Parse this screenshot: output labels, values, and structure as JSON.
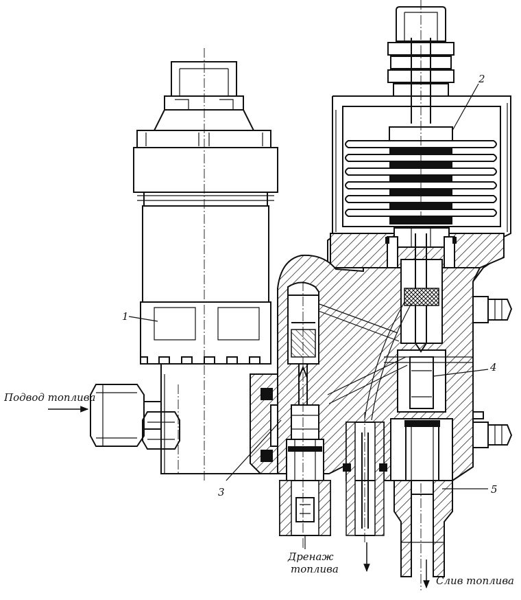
{
  "labels": {
    "fuel_inlet": "Подвод топлива",
    "fuel_drain_line1": "Дренаж",
    "fuel_drain_line2": "топлива",
    "fuel_discharge": "Слив топлива"
  },
  "callouts": [
    "1",
    "2",
    "3",
    "4",
    "5"
  ]
}
